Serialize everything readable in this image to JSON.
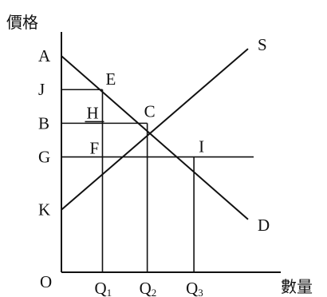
{
  "chart_data": {
    "type": "line",
    "ylabel": "價格",
    "xlabel": "數量",
    "origin_label": "O",
    "xlim": [
      0,
      10
    ],
    "ylim": [
      0,
      10
    ],
    "series": [
      {
        "name": "D",
        "x": [
          0,
          10
        ],
        "y": [
          9,
          2.2
        ]
      },
      {
        "name": "S",
        "x": [
          0,
          10
        ],
        "y": [
          2.6,
          9.3
        ]
      }
    ],
    "price_levels": [
      {
        "label": "A",
        "y": 9
      },
      {
        "label": "J",
        "y": 7.6
      },
      {
        "label": "B",
        "y": 6.2
      },
      {
        "label": "G",
        "y": 4.8
      },
      {
        "label": "K",
        "y": 2.6
      }
    ],
    "quantity_levels": [
      {
        "label": "Q",
        "sub": "1",
        "x": 2.2
      },
      {
        "label": "Q",
        "sub": "2",
        "x": 4.6
      },
      {
        "label": "Q",
        "sub": "3",
        "x": 7.1
      }
    ],
    "points": [
      {
        "label": "E",
        "x": 2.2,
        "y": 7.6
      },
      {
        "label": "H",
        "x": 2.2,
        "y": 6.2
      },
      {
        "label": "C",
        "x": 4.6,
        "y": 6.2
      },
      {
        "label": "F",
        "x": 2.2,
        "y": 4.8
      },
      {
        "label": "I",
        "x": 7.1,
        "y": 4.8
      }
    ],
    "horizontal_lines": [
      {
        "y": 7.6,
        "x_from": 0,
        "x_to": 2.2
      },
      {
        "y": 6.2,
        "x_from": 0,
        "x_to": 4.6
      },
      {
        "y": 4.8,
        "x_from": 0,
        "x_to": 10.3
      }
    ],
    "vertical_lines": [
      {
        "x": 2.2,
        "y_from": 0,
        "y_to": 7.6
      },
      {
        "x": 4.6,
        "y_from": 0,
        "y_to": 6.2
      },
      {
        "x": 7.1,
        "y_from": 0,
        "y_to": 4.8
      }
    ],
    "grid": false
  }
}
